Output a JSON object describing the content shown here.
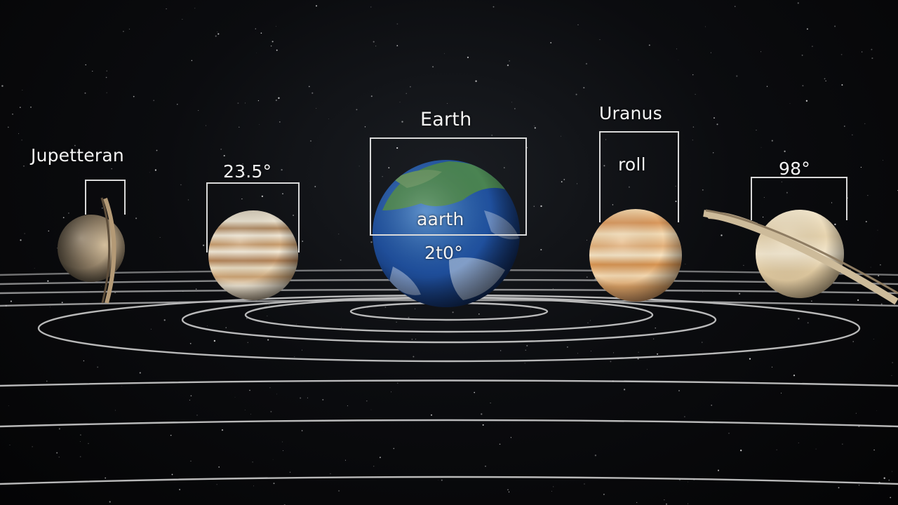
{
  "labels": {
    "jupiter_left": "Jupetteran",
    "tilt_23": "23.5°",
    "earth_title": "Earth",
    "earth_overlay_name": "aarth",
    "earth_overlay_value": "2t0°",
    "uranus": "Uranus",
    "uranus_roll": "roll",
    "tilt_98": "98°"
  },
  "colors": {
    "background": "#050506",
    "orbit_line": "#d8d8d8",
    "label_text": "#f4f4f4"
  },
  "planets": [
    {
      "name": "tilted-ringed-planet",
      "icon": "sphere"
    },
    {
      "name": "jupiter-like-planet",
      "icon": "banded-sphere"
    },
    {
      "name": "earth",
      "icon": "blue-green-sphere"
    },
    {
      "name": "banded-orange-planet",
      "icon": "banded-sphere"
    },
    {
      "name": "saturn-ringed-planet",
      "icon": "ringed-sphere"
    }
  ]
}
